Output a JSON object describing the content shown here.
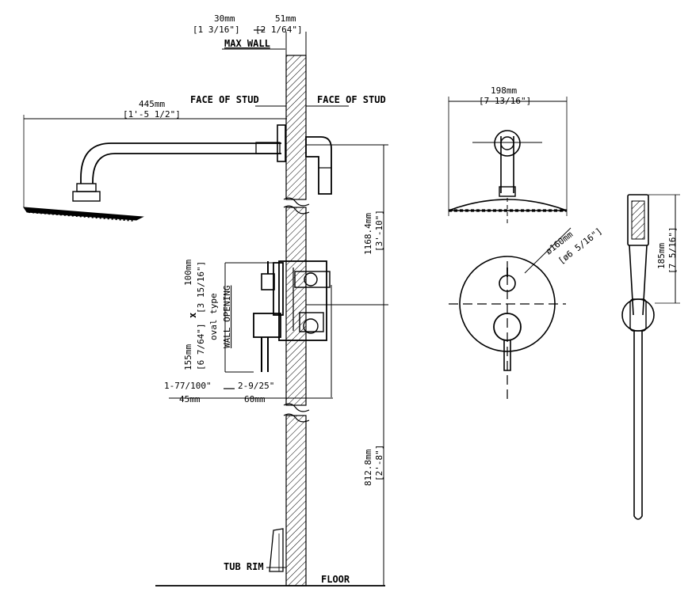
{
  "labels": {
    "d30_mm": "30mm",
    "d30_in": "[1 3/16\"]",
    "d51_mm": "51mm",
    "d51_in": "[2 1/64\"]",
    "max_wall": "MAX WALL",
    "face_of_stud_left": "FACE OF STUD",
    "face_of_stud_right": "FACE OF STUD",
    "d445_mm": "445mm",
    "d445_in": "[1'-5 1/2\"]",
    "d1168_mm": "1168.4mm",
    "d1168_in": "[3'-10\"]",
    "d100_mm": "100mm",
    "d100_in": "[3 15/16\"]",
    "times": "x",
    "d155_mm": "155mm",
    "d155_in": "[6 7/64\"]",
    "oval_type": "oval type",
    "wall_opening": "WALL OPENING",
    "d177": "1-77/100\"",
    "d229": "2-9/25\"",
    "d45_mm": "45mm",
    "d60_mm": "60mm",
    "d812_mm": "812.8mm",
    "d812_in": "[2'-8\"]",
    "tub_rim": "TUB RIM",
    "floor": "FLOOR",
    "d198_mm": "198mm",
    "d198_in": "[7 13/16\"]",
    "d160_mm": "ø160mm",
    "d160_in": "[ø6 5/16\"]",
    "d185_mm": "185mm",
    "d185_in": "[7 5/16\"]"
  }
}
